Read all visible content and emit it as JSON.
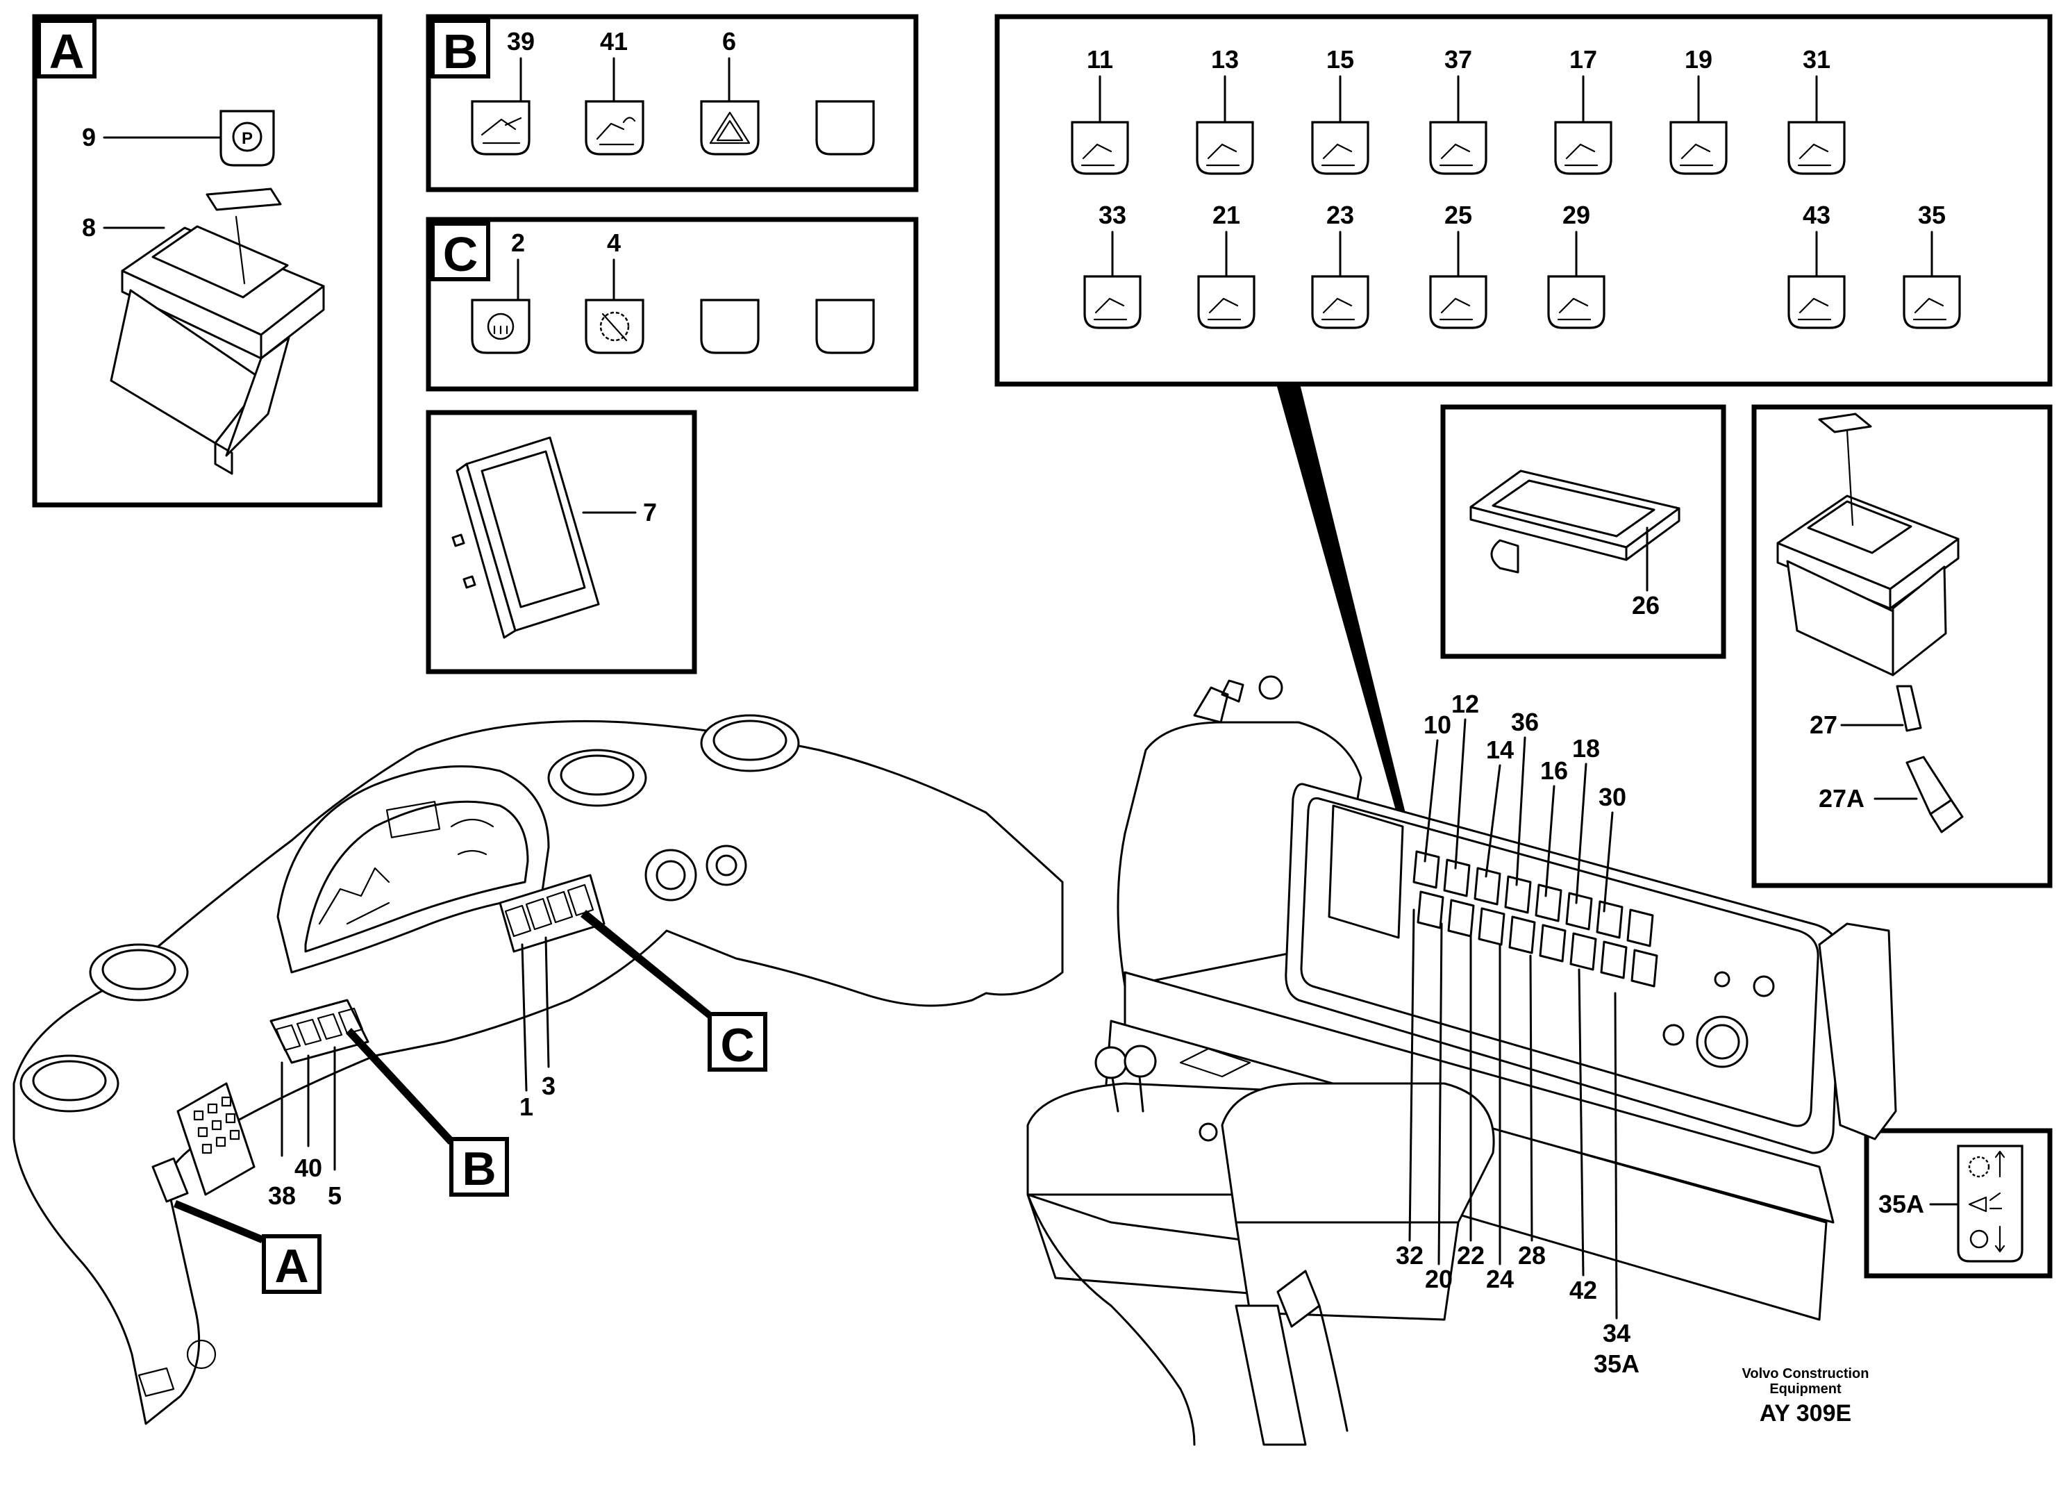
{
  "detail_boxes": {
    "A": {
      "letter": "A",
      "labels": [
        "9",
        "8"
      ]
    },
    "B": {
      "letter": "B",
      "labels": [
        "39",
        "41",
        "6"
      ]
    },
    "C": {
      "letter": "C",
      "labels": [
        "2",
        "4"
      ]
    },
    "part7": {
      "label": "7"
    },
    "part26": {
      "label": "26"
    },
    "part27": {
      "labels": [
        "27",
        "27A"
      ]
    },
    "part35A": {
      "label": "35A"
    },
    "symbols_row1": [
      "11",
      "13",
      "15",
      "37",
      "17",
      "19",
      "31"
    ],
    "symbols_row2": [
      "33",
      "21",
      "23",
      "25",
      "29",
      "43",
      "35"
    ]
  },
  "dashboard_labels": {
    "A": "A",
    "B": "B",
    "C": "C",
    "n38": "38",
    "n40": "40",
    "n5": "5",
    "n1": "1",
    "n3": "3"
  },
  "console_labels": {
    "top": [
      "10",
      "12",
      "14",
      "36",
      "16",
      "18",
      "30"
    ],
    "bottom": [
      "32",
      "20",
      "22",
      "24",
      "28",
      "42",
      "34",
      "35A"
    ]
  },
  "footer": {
    "company_line1": "Volvo Construction",
    "company_line2": "Equipment",
    "code": "AY 309E"
  },
  "icons": {
    "parking": "parking-brake-icon",
    "hazard": "hazard-warning-icon"
  }
}
